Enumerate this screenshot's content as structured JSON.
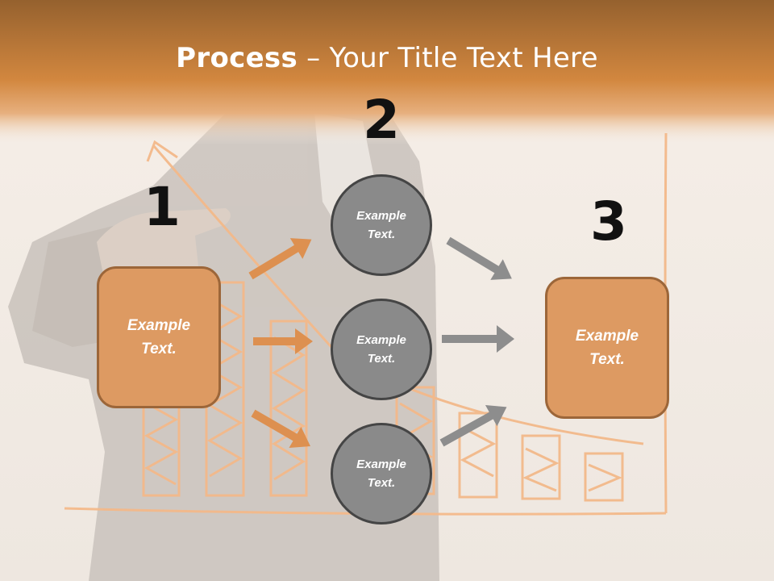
{
  "slide": {
    "title_bold": "Process",
    "title_rest": " – Your Title Text Here"
  },
  "steps": [
    {
      "number": "1",
      "label": "Example Text."
    },
    {
      "number": "2",
      "labels": [
        "Example Text.",
        "Example Text.",
        "Example Text."
      ]
    },
    {
      "number": "3",
      "label": "Example Text."
    }
  ],
  "colors": {
    "header_orange": "#d68a45",
    "box_fill": "#dd9a62",
    "box_border": "#9c6639",
    "circle_fill": "#8a8a8a",
    "circle_border": "#454545",
    "arrow_orange": "#dd9050",
    "arrow_gray": "#8d8d8d",
    "sketch_orange": "#f3b98a"
  },
  "icons": [
    "hand-drawn-bar-chart",
    "right-arrow-icon"
  ]
}
